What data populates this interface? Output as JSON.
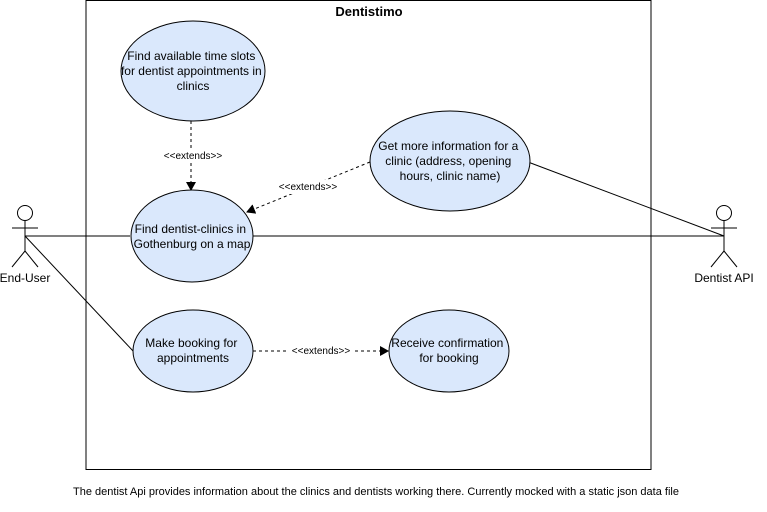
{
  "system": {
    "title": "Dentistimo"
  },
  "actors": {
    "end_user": "End-User",
    "dentist_api": "Dentist API"
  },
  "use_cases": {
    "find_slots": [
      "Find available time slots",
      "for dentist appointments in",
      "clinics"
    ],
    "find_clinics": [
      "Find dentist-clinics in",
      "Gothenburg on a map"
    ],
    "get_info": [
      "Get more information for a",
      "clinic (address, opening",
      "hours, clinic name)"
    ],
    "make_booking": [
      "Make booking for",
      "appointments"
    ],
    "receive_confirmation": [
      "Receive confirmation",
      "for booking"
    ]
  },
  "relations": {
    "extends_slots": "<<extends>>",
    "extends_info": "<<extends>>",
    "extends_booking": "<<extends>>"
  },
  "caption": "The dentist Api provides information about the clinics and dentists working there. Currently mocked with a static json data file",
  "colors": {
    "use_case_fill": "#dae8fc",
    "stroke": "#000000",
    "background": "#ffffff"
  }
}
